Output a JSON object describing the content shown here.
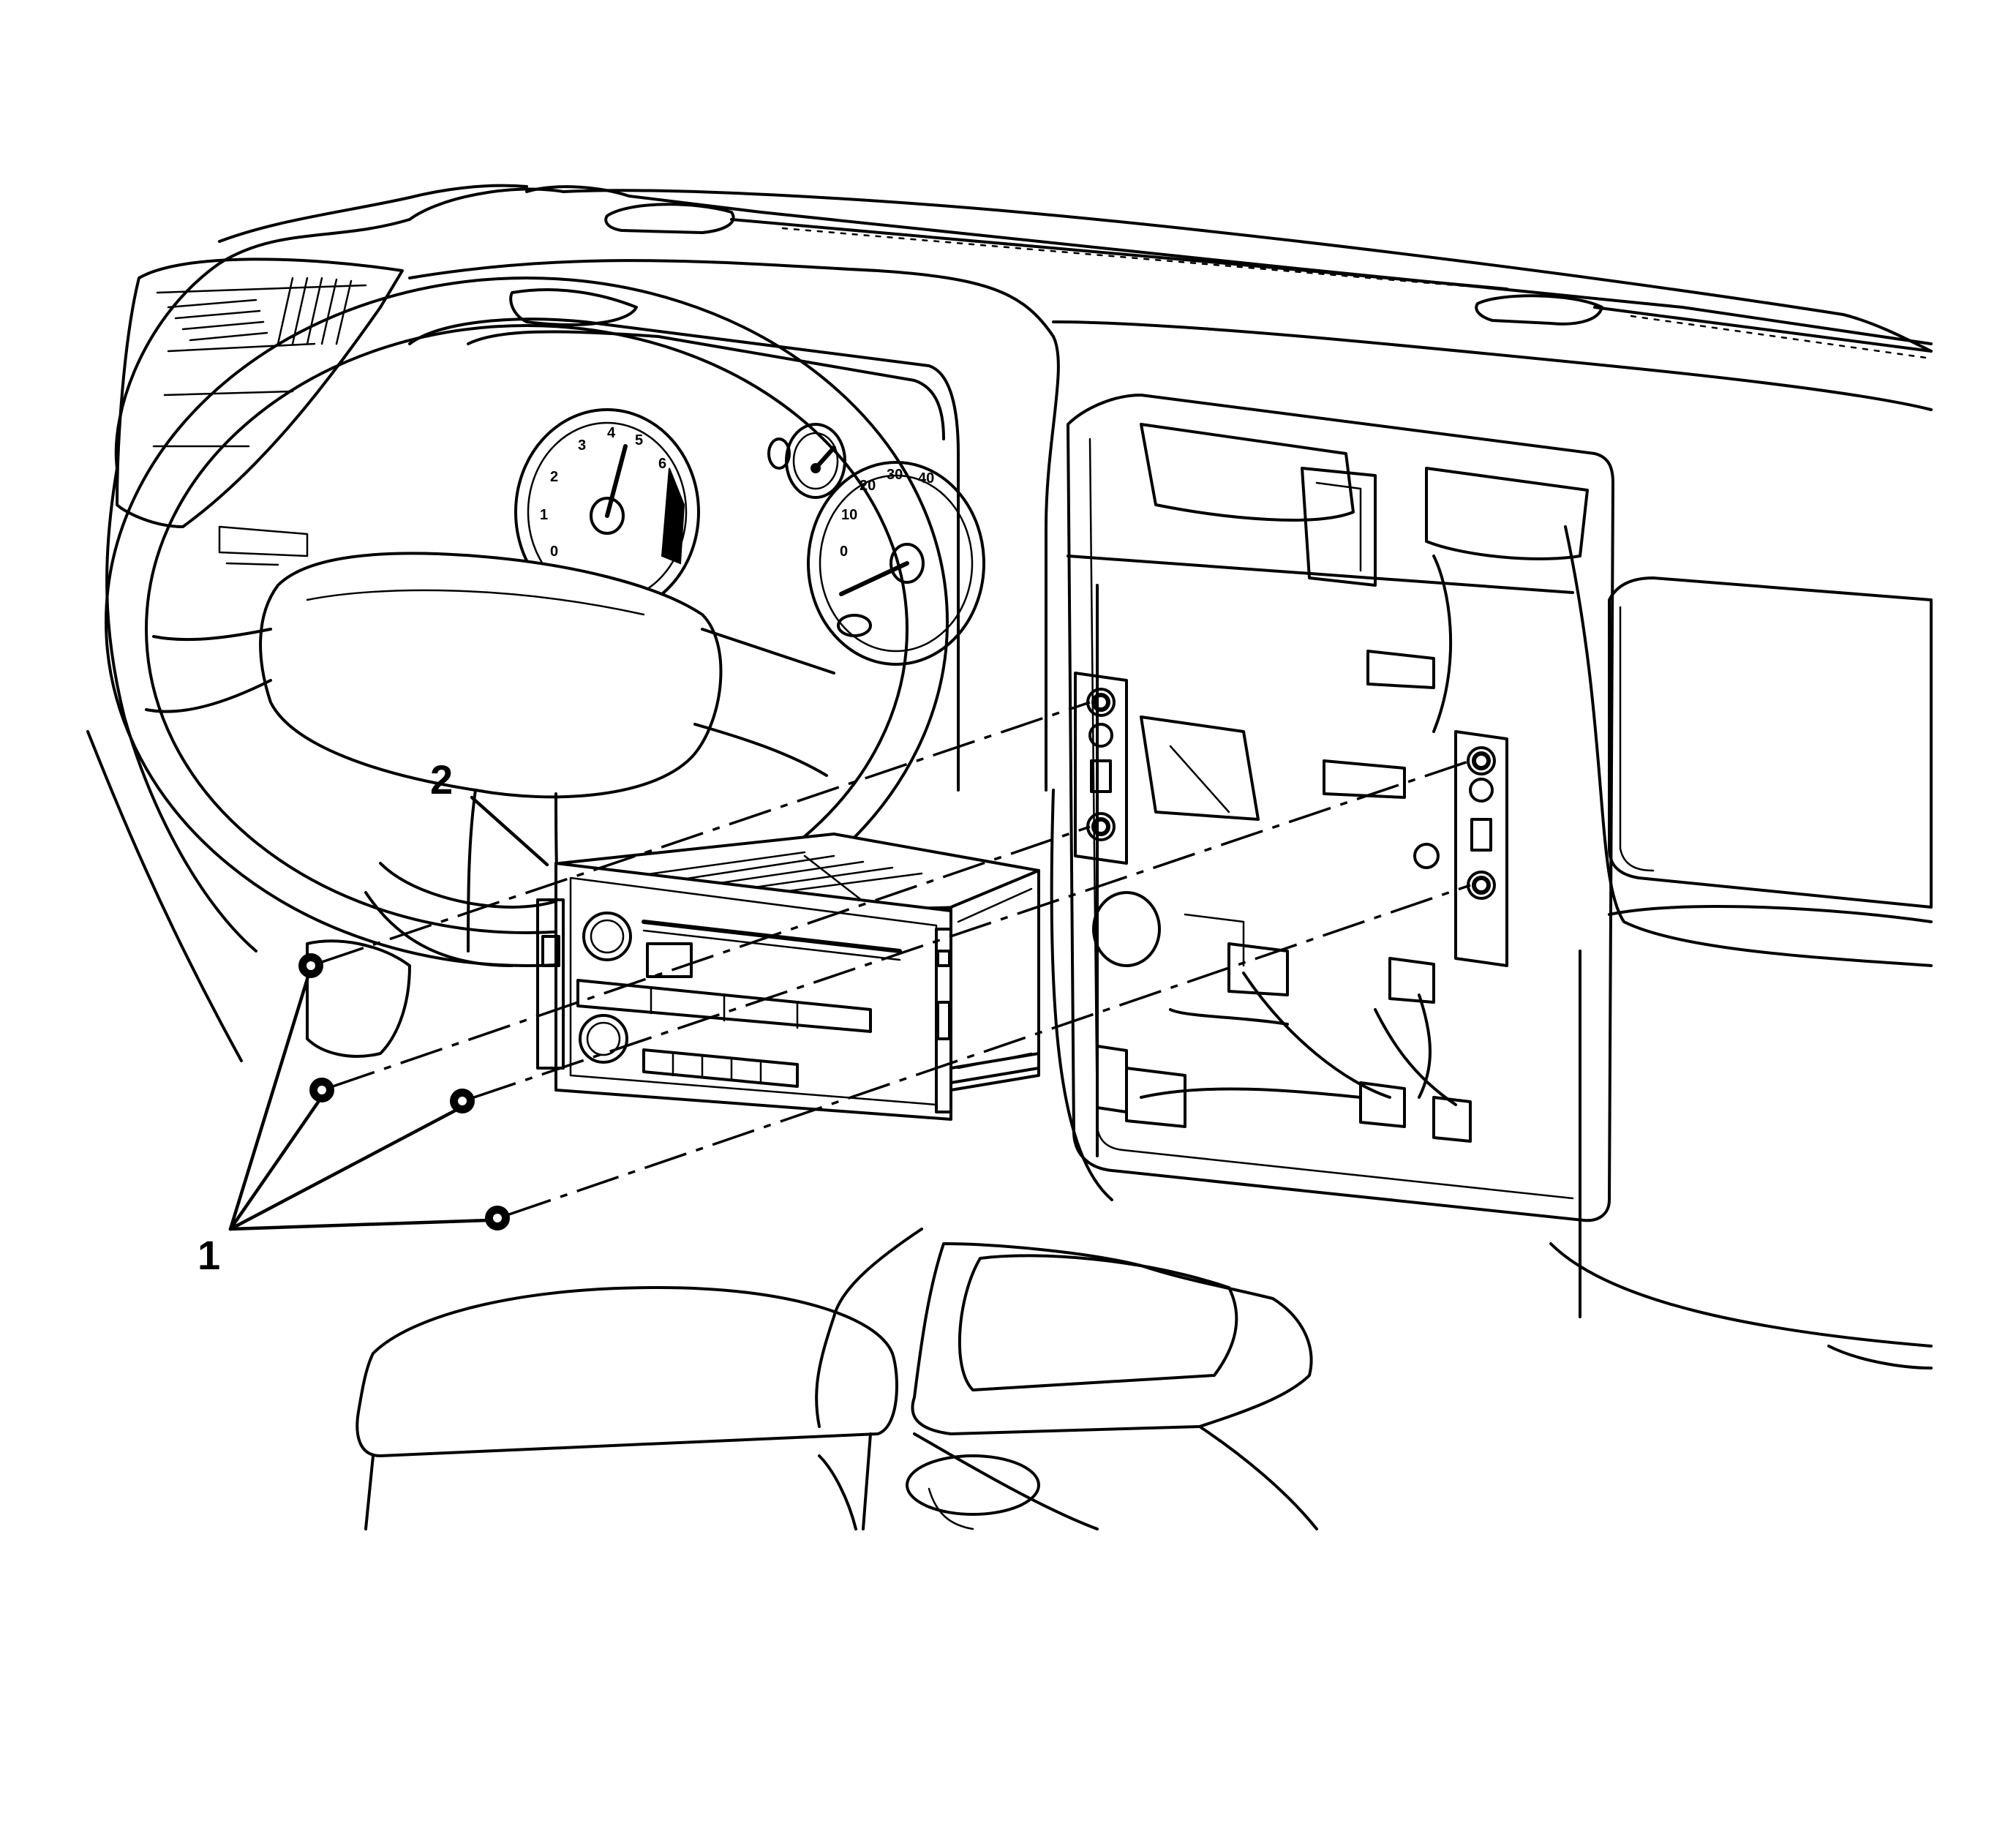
{
  "callouts": {
    "fasteners": "1",
    "radio": "2"
  },
  "gauges": {
    "tach_ticks": [
      "0",
      "1",
      "2",
      "3",
      "4",
      "5",
      "6"
    ],
    "speedo_ticks": [
      "0",
      "10",
      "20",
      "30",
      "40"
    ]
  },
  "colors": {
    "line": "#000000",
    "background": "#ffffff"
  }
}
